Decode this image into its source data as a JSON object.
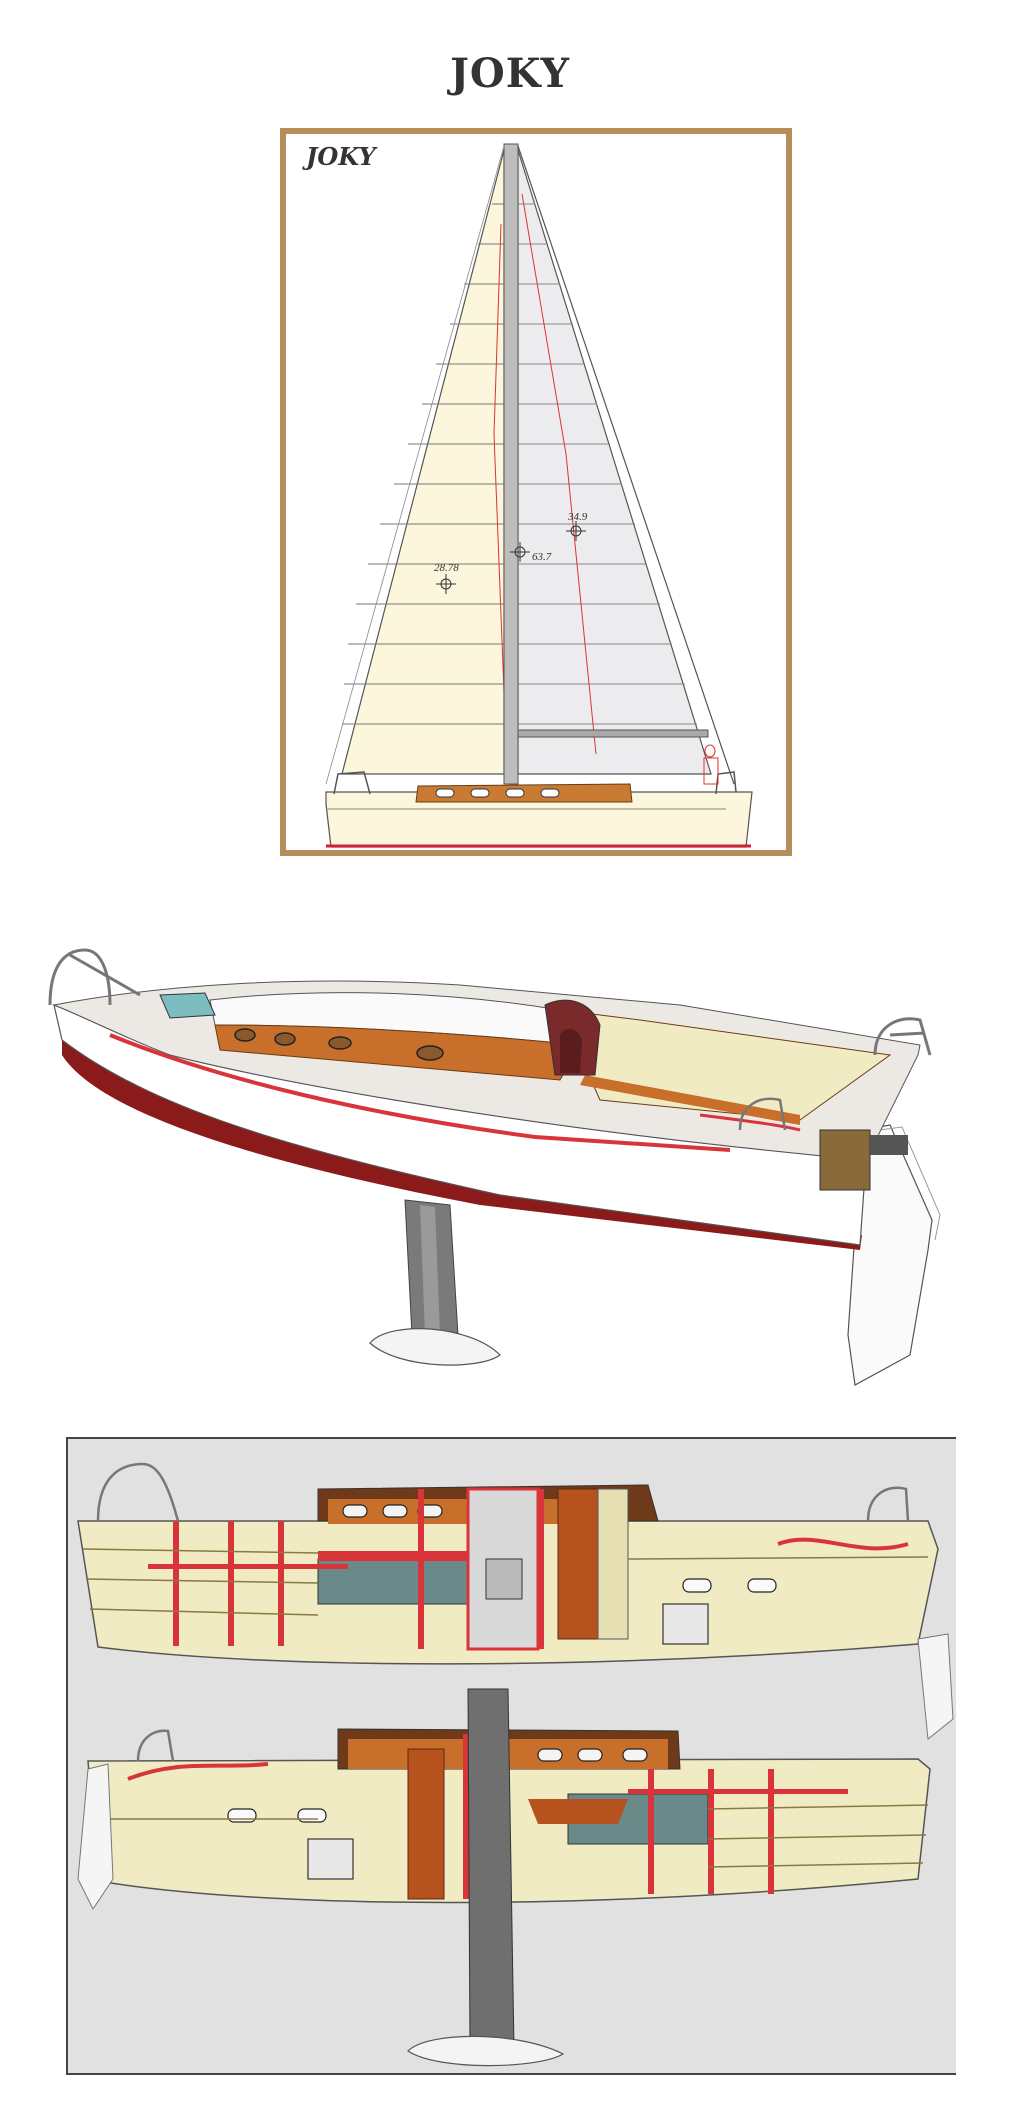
{
  "page": {
    "title": "JOKY"
  },
  "sail_plan": {
    "name_label": "JOKY",
    "annotations": {
      "mainsail_area": "28.78",
      "jib_area": "34.9",
      "total_area": "63.7"
    }
  },
  "colors": {
    "frame": "#b48d58",
    "hull_white": "#ffffff",
    "wood": "#c96f2c",
    "bottom_red": "#8b1a1a",
    "stripe_red": "#d9343a",
    "cream": "#f1ebc4",
    "keel_gray": "#6f6f6f",
    "interior_bg": "#e1e1e1"
  }
}
